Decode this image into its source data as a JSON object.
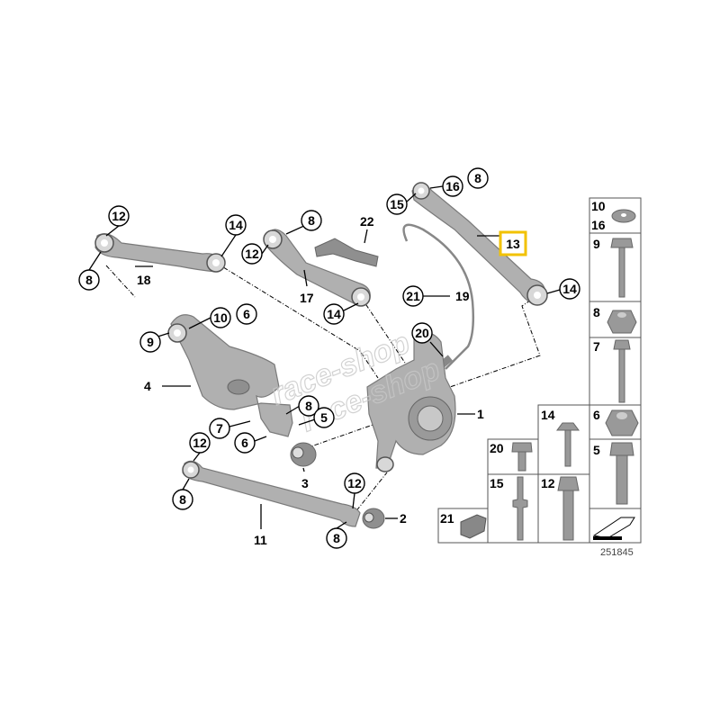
{
  "diagram": {
    "highlighted_part": "13",
    "highlight_color": "#f2c200",
    "diagram_code": "251845",
    "watermark": [
      "race-shop",
      "race-shop"
    ],
    "callouts": {
      "c12a": "12",
      "c14a": "14",
      "c8a": "8",
      "l18": "18",
      "c8b": "8",
      "c12b": "12",
      "l22": "22",
      "l17": "17",
      "c14b": "14",
      "c15": "15",
      "c16": "16",
      "c8c": "8",
      "b13": "13",
      "c14c": "14",
      "c21": "21",
      "l19": "19",
      "c20": "20",
      "c10": "10",
      "c6a": "6",
      "c9": "9",
      "l4": "4",
      "c8d": "8",
      "c5": "5",
      "c7": "7",
      "c6b": "6",
      "l3": "3",
      "l1": "1",
      "c12c": "12",
      "c8e": "8",
      "c12d": "12",
      "l2": "2",
      "l11": "11",
      "c8f": "8"
    },
    "hardware_table": {
      "t10": "10",
      "t16": "16",
      "t9": "9",
      "t8": "8",
      "t7": "7",
      "t6": "6",
      "t5": "5",
      "t14": "14",
      "t12": "12",
      "t20": "20",
      "t15": "15",
      "t21": "21"
    }
  }
}
